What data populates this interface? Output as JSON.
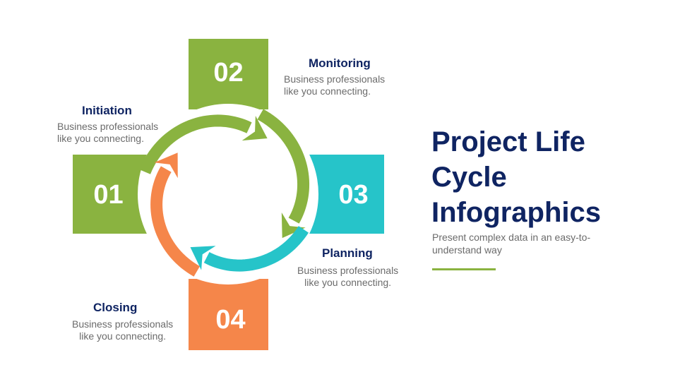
{
  "title": "Project Life Cycle Infographics",
  "title_lines": [
    "Project Life",
    "Cycle",
    "Infographics"
  ],
  "subtitle": "Present complex data in an easy-to-understand way",
  "colors": {
    "green": "#8ab340",
    "teal": "#26c4c9",
    "orange": "#f5864a",
    "navy": "#0f2462",
    "gray": "#6b6b6b"
  },
  "steps": [
    {
      "number": "01",
      "title": "Initiation",
      "desc_line1": "Business professionals",
      "desc_line2": "like you connecting.",
      "color": "#8ab340"
    },
    {
      "number": "02",
      "title": "Monitoring",
      "desc_line1": "Business professionals",
      "desc_line2": "like you connecting.",
      "color": "#8ab340"
    },
    {
      "number": "03",
      "title": "Planning",
      "desc_line1": "Business professionals",
      "desc_line2": "like you connecting.",
      "color": "#26c4c9"
    },
    {
      "number": "04",
      "title": "Closing",
      "desc_line1": "Business professionals",
      "desc_line2": "like you connecting.",
      "color": "#f5864a"
    }
  ]
}
